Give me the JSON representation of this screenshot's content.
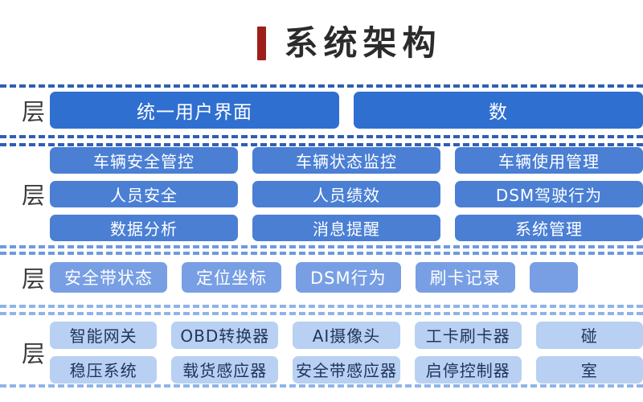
{
  "header": {
    "title": "系统架构",
    "accent_color": "#9e1f1a"
  },
  "colors": {
    "row1_box": "#2f6fd0",
    "row2_box": "#4a7fd4",
    "row3_box": "#789fe4",
    "row4_box": "#b8d0f2",
    "separator_dark": "#2f5fb4",
    "separator_light": "#6f9ae0",
    "separator_pale": "#8fb4ea",
    "page_background": "#ffffff"
  },
  "diagram": {
    "layers": [
      {
        "label": "层",
        "name": "presentation-layer",
        "columns": [
          {
            "items": [
              "统一用户界面"
            ]
          },
          {
            "items": [
              "数"
            ]
          }
        ]
      },
      {
        "label": "层",
        "name": "business-layer",
        "columns": [
          {
            "items": [
              "车辆安全管控",
              "人员安全",
              "数据分析"
            ]
          },
          {
            "items": [
              "车辆状态监控",
              "人员绩效",
              "消息提醒"
            ]
          },
          {
            "items": [
              "车辆使用管理",
              "DSM驾驶行为",
              "系统管理"
            ]
          }
        ]
      },
      {
        "label": "层",
        "name": "data-layer",
        "columns": [
          {
            "items": [
              "安全带状态"
            ]
          },
          {
            "items": [
              "定位坐标"
            ]
          },
          {
            "items": [
              "DSM行为"
            ]
          },
          {
            "items": [
              "刷卡记录"
            ]
          },
          {
            "items": [
              ""
            ]
          }
        ]
      },
      {
        "label": "层",
        "name": "device-layer",
        "columns": [
          {
            "items": [
              "智能网关",
              "稳压系统"
            ]
          },
          {
            "items": [
              "OBD转换器",
              "载货感应器"
            ]
          },
          {
            "items": [
              "AI摄像头",
              "安全带感应器"
            ]
          },
          {
            "items": [
              "工卡刷卡器",
              "启停控制器"
            ]
          },
          {
            "items": [
              "碰",
              "室"
            ]
          }
        ]
      }
    ]
  }
}
